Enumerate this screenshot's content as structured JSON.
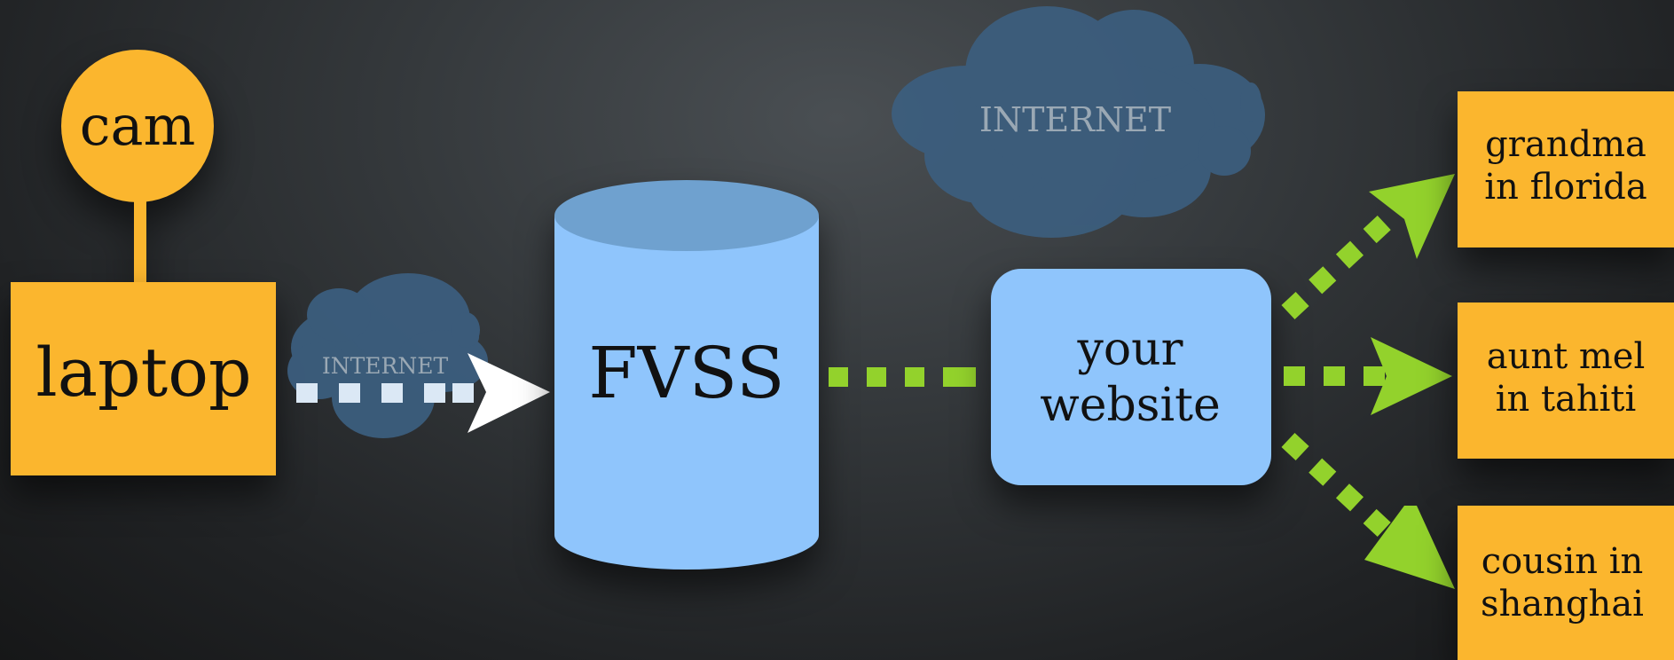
{
  "diagram": {
    "cam_label": "cam",
    "laptop_label": "laptop",
    "small_cloud_label": "INTERNET",
    "big_cloud_label": "INTERNET",
    "fvss_label": "FVSS",
    "website_label": {
      "line1": "your",
      "line2": "website"
    },
    "recipients": [
      {
        "line1": "grandma",
        "line2": "in florida"
      },
      {
        "line1": "aunt mel",
        "line2": "in tahiti"
      },
      {
        "line1": "cousin in",
        "line2": "shanghai"
      }
    ]
  },
  "colors": {
    "orange_box": "#fbb62e",
    "blue_box": "#8fc5fc",
    "blue_top": "#6fa1cf",
    "cloud": "#3c5f80",
    "cloud_text": "#9aa8b4",
    "green_arrow": "#93d22c",
    "white_arrow": "#ffffff",
    "dash_white": "#dbe8f5"
  }
}
